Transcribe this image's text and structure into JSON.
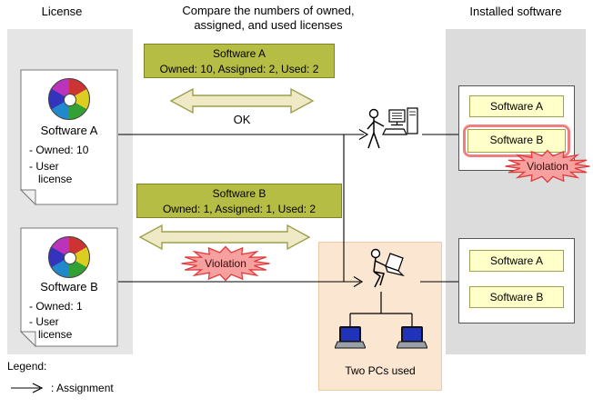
{
  "headers": {
    "license": "License",
    "compare_line1": "Compare the numbers of owned,",
    "compare_line2": "assigned, and used licenses",
    "installed": "Installed software"
  },
  "license_docs": [
    {
      "name": "Software A",
      "owned": "- Owned: 10",
      "user": "- User license"
    },
    {
      "name": "Software B",
      "owned": "- Owned: 1",
      "user": "- User license"
    }
  ],
  "compare": [
    {
      "title": "Software A",
      "detail": "Owned: 10, Assigned: 2, Used: 2",
      "result": "OK"
    },
    {
      "title": "Software B",
      "detail": "Owned: 1, Assigned: 1, Used: 2",
      "result": "Violation"
    }
  ],
  "installed_panel": {
    "groups": [
      [
        "Software A",
        "Software B"
      ],
      [
        "Software A",
        "Software B"
      ]
    ],
    "violation_label": "Violation"
  },
  "pcs_area": {
    "caption": "Two PCs used"
  },
  "legend": {
    "title": "Legend:",
    "assignment_label": ": Assignment"
  },
  "colors": {
    "olive_box_bg": "#b6bd44",
    "olive_box_border": "#7e8426",
    "arrow_fill": "#efe9c6",
    "arrow_border": "#9aa14b",
    "violation_fill": "#f7a0a0",
    "violation_border": "#e23b3b",
    "software_item_bg": "#ffffc9",
    "software_item_border": "#a0a050",
    "highlight_border": "#ef7f7f",
    "panel_gray": "#dcdcdc",
    "pcs_box_bg": "#fbe6d2",
    "laptop_screen": "#2233bb"
  }
}
